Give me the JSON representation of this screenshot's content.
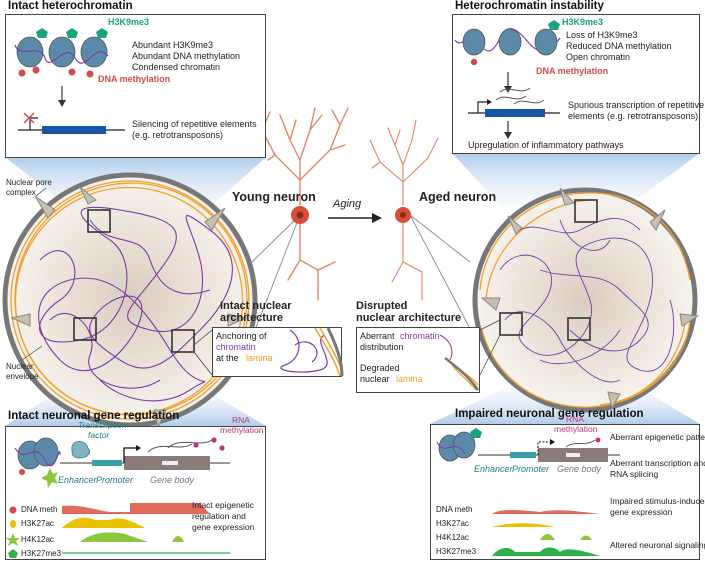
{
  "colors": {
    "h3k9": "#1aa37a",
    "dna_meth": "#d24b4b",
    "lamina": "#f2a02c",
    "chromatin": "#7c3aa8",
    "gene": "#1a54a8",
    "k27ac": "#e8c300",
    "k12ac": "#8cc63f",
    "k27me3": "#2fb04a",
    "neuron": "#e0866a",
    "nucleus_fill": "#efe7dc"
  },
  "top_left": {
    "title": "Intact heterochromatin",
    "h3k9_label": "H3K9me3",
    "lines": [
      "Abundant H3K9me3",
      "Abundant DNA methylation",
      "Condensed chromatin"
    ],
    "dna_label": "DNA methylation",
    "silencing": [
      "Silencing of repetitive elements",
      "(e.g. retrotransposons)"
    ]
  },
  "top_right": {
    "title": "Heterochromatin instability",
    "h3k9_label": "H3K9me3",
    "lines": [
      "Loss of H3K9me3",
      "Reduced DNA methylation",
      "Open chromatin"
    ],
    "dna_label": "DNA methylation",
    "spurious": [
      "Spurious transcription of repetitive",
      "elements (e.g. retrotransposons)"
    ],
    "upregulation": "Upregulation of inflammatory pathways"
  },
  "center": {
    "young": "Young neuron",
    "aging": "Aging",
    "aged": "Aged neuron"
  },
  "nucleus_labels": {
    "pore": [
      "Nuclear pore",
      "complex"
    ],
    "envelope": [
      "Nuclear",
      "envelope"
    ]
  },
  "intact_arch": {
    "title": [
      "Intact nuclear",
      "architecture"
    ],
    "text": [
      "Anchoring of",
      "chromatin",
      "at the",
      "lamina"
    ]
  },
  "disrupted_arch": {
    "title": [
      "Disrupted",
      "nuclear architecture"
    ],
    "text1": [
      "Aberrant",
      "chromatin",
      "distribution"
    ],
    "text2": [
      "Degraded",
      "nuclear",
      "lamina"
    ]
  },
  "bottom_left": {
    "title": "Intact neuronal gene regulation",
    "tf": [
      "Transcription",
      "factor"
    ],
    "rna": [
      "RNA",
      "methylation"
    ],
    "enhancer": "Enhancer",
    "promoter": "Promoter",
    "gene_body": "Gene body",
    "marks": [
      "DNA meth",
      "H3K27ac",
      "H4K12ac",
      "H3K27me3"
    ],
    "right_text": [
      "Intact epigenetic",
      "regulation and",
      "gene expression"
    ]
  },
  "bottom_right": {
    "title": "Impaired neuronal gene regulation",
    "rna": [
      "RNA",
      "methylation"
    ],
    "enhancer": "Enhancer",
    "promoter": "Promoter",
    "gene_body": "Gene body",
    "marks": [
      "DNA meth",
      "H3K27ac",
      "H4K12ac",
      "H3K27me3"
    ],
    "right_lines": [
      "Aberrant epigenetic patterns",
      "Aberrant transcription and",
      "RNA splicing",
      "Impaired stimulus-induced",
      "gene expression",
      "Altered neuronal signaling"
    ]
  }
}
